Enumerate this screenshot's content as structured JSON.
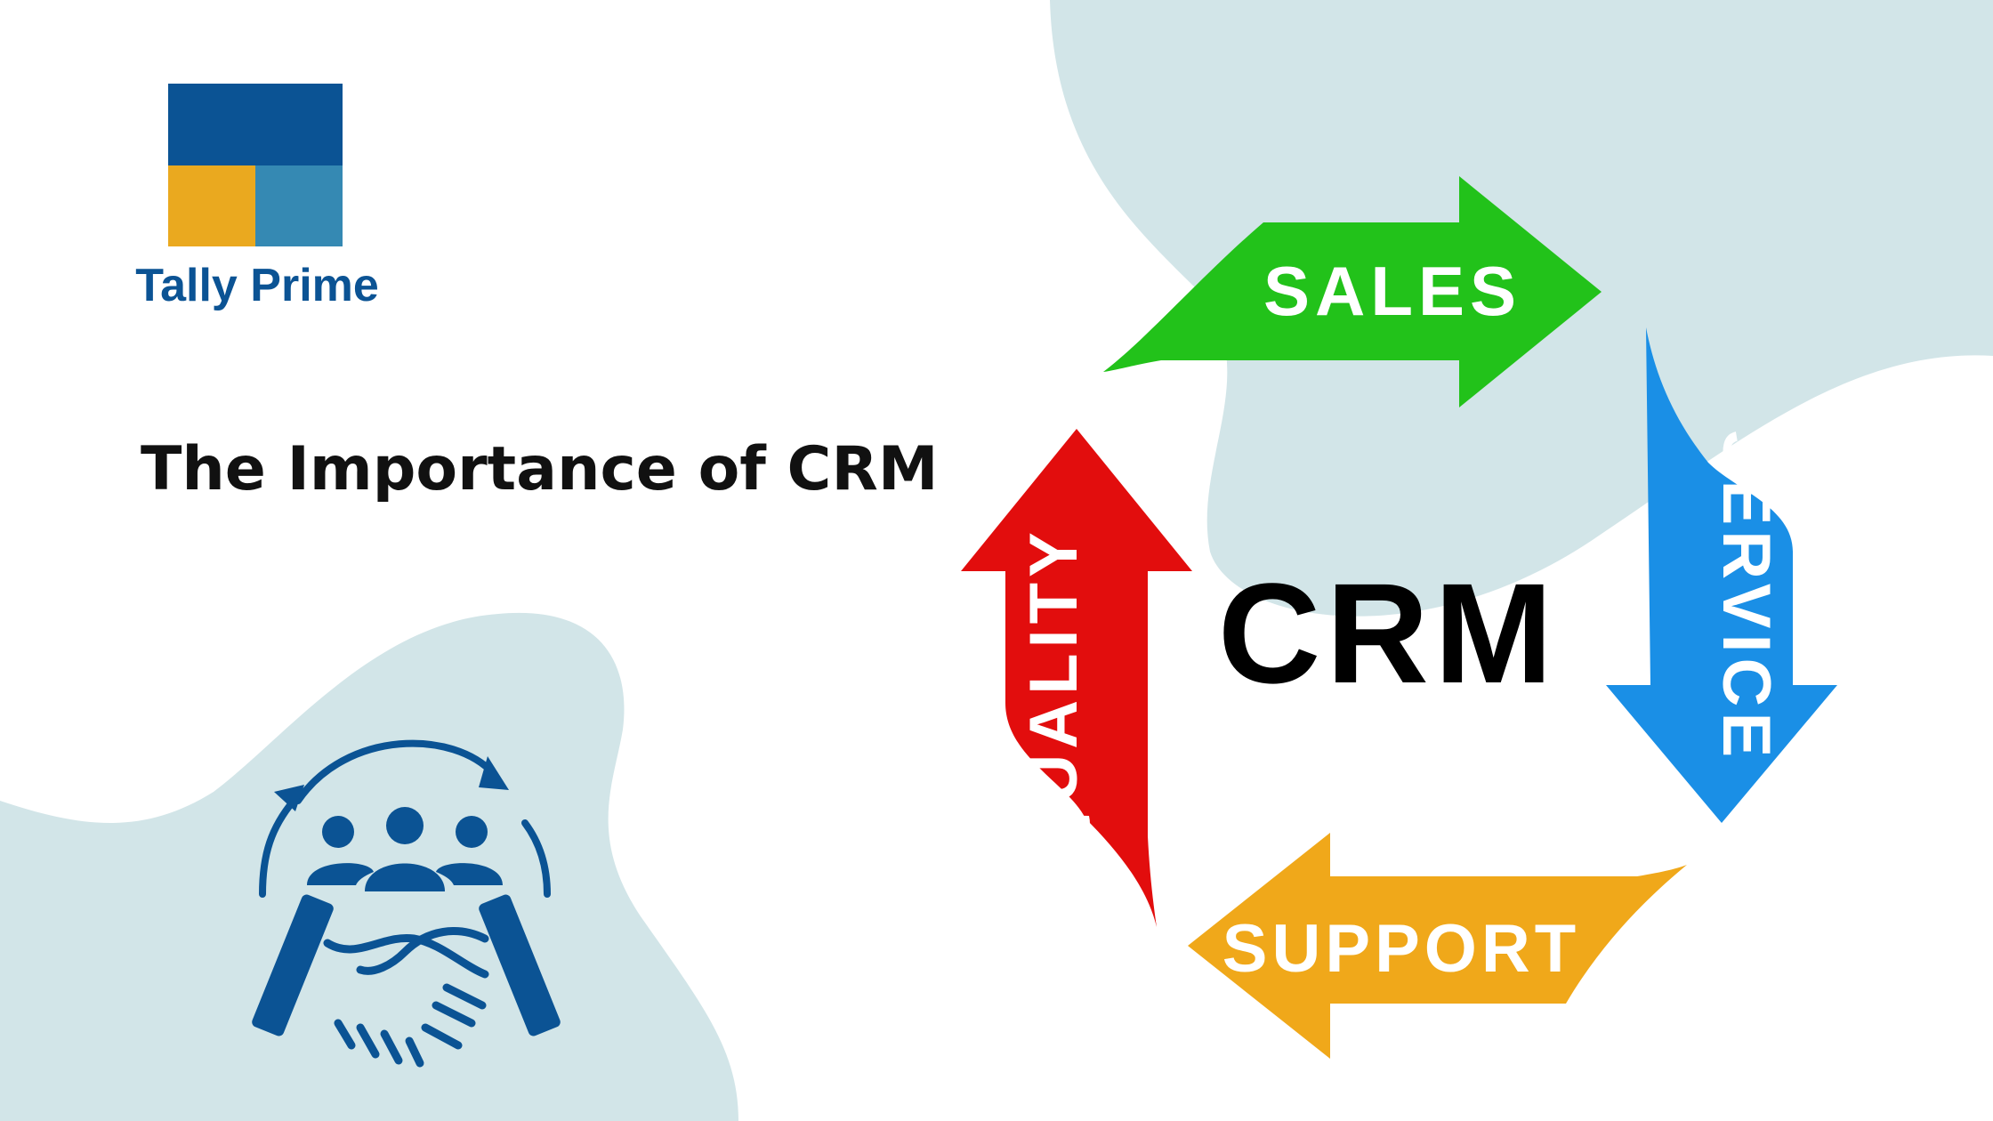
{
  "brand": {
    "name": "Tally Prime",
    "colors": {
      "dark_blue": "#0b5394",
      "yellow": "#eaa91f",
      "teal": "#3589b3",
      "text": "#0b5394"
    }
  },
  "title": "The Importance of CRM",
  "background": {
    "blob_color": "#d2e5e8"
  },
  "diagram": {
    "center": "CRM",
    "arrows": [
      {
        "label": "SALES",
        "color": "#22c21a",
        "direction": "right"
      },
      {
        "label": "SERVICE",
        "color": "#1a8fe6",
        "direction": "down"
      },
      {
        "label": "SUPPORT",
        "color": "#f0a81a",
        "direction": "left"
      },
      {
        "label": "QUALITY",
        "color": "#e20d0d",
        "direction": "up"
      }
    ]
  },
  "icon": {
    "name": "handshake-customers-icon",
    "color": "#0b5394"
  }
}
